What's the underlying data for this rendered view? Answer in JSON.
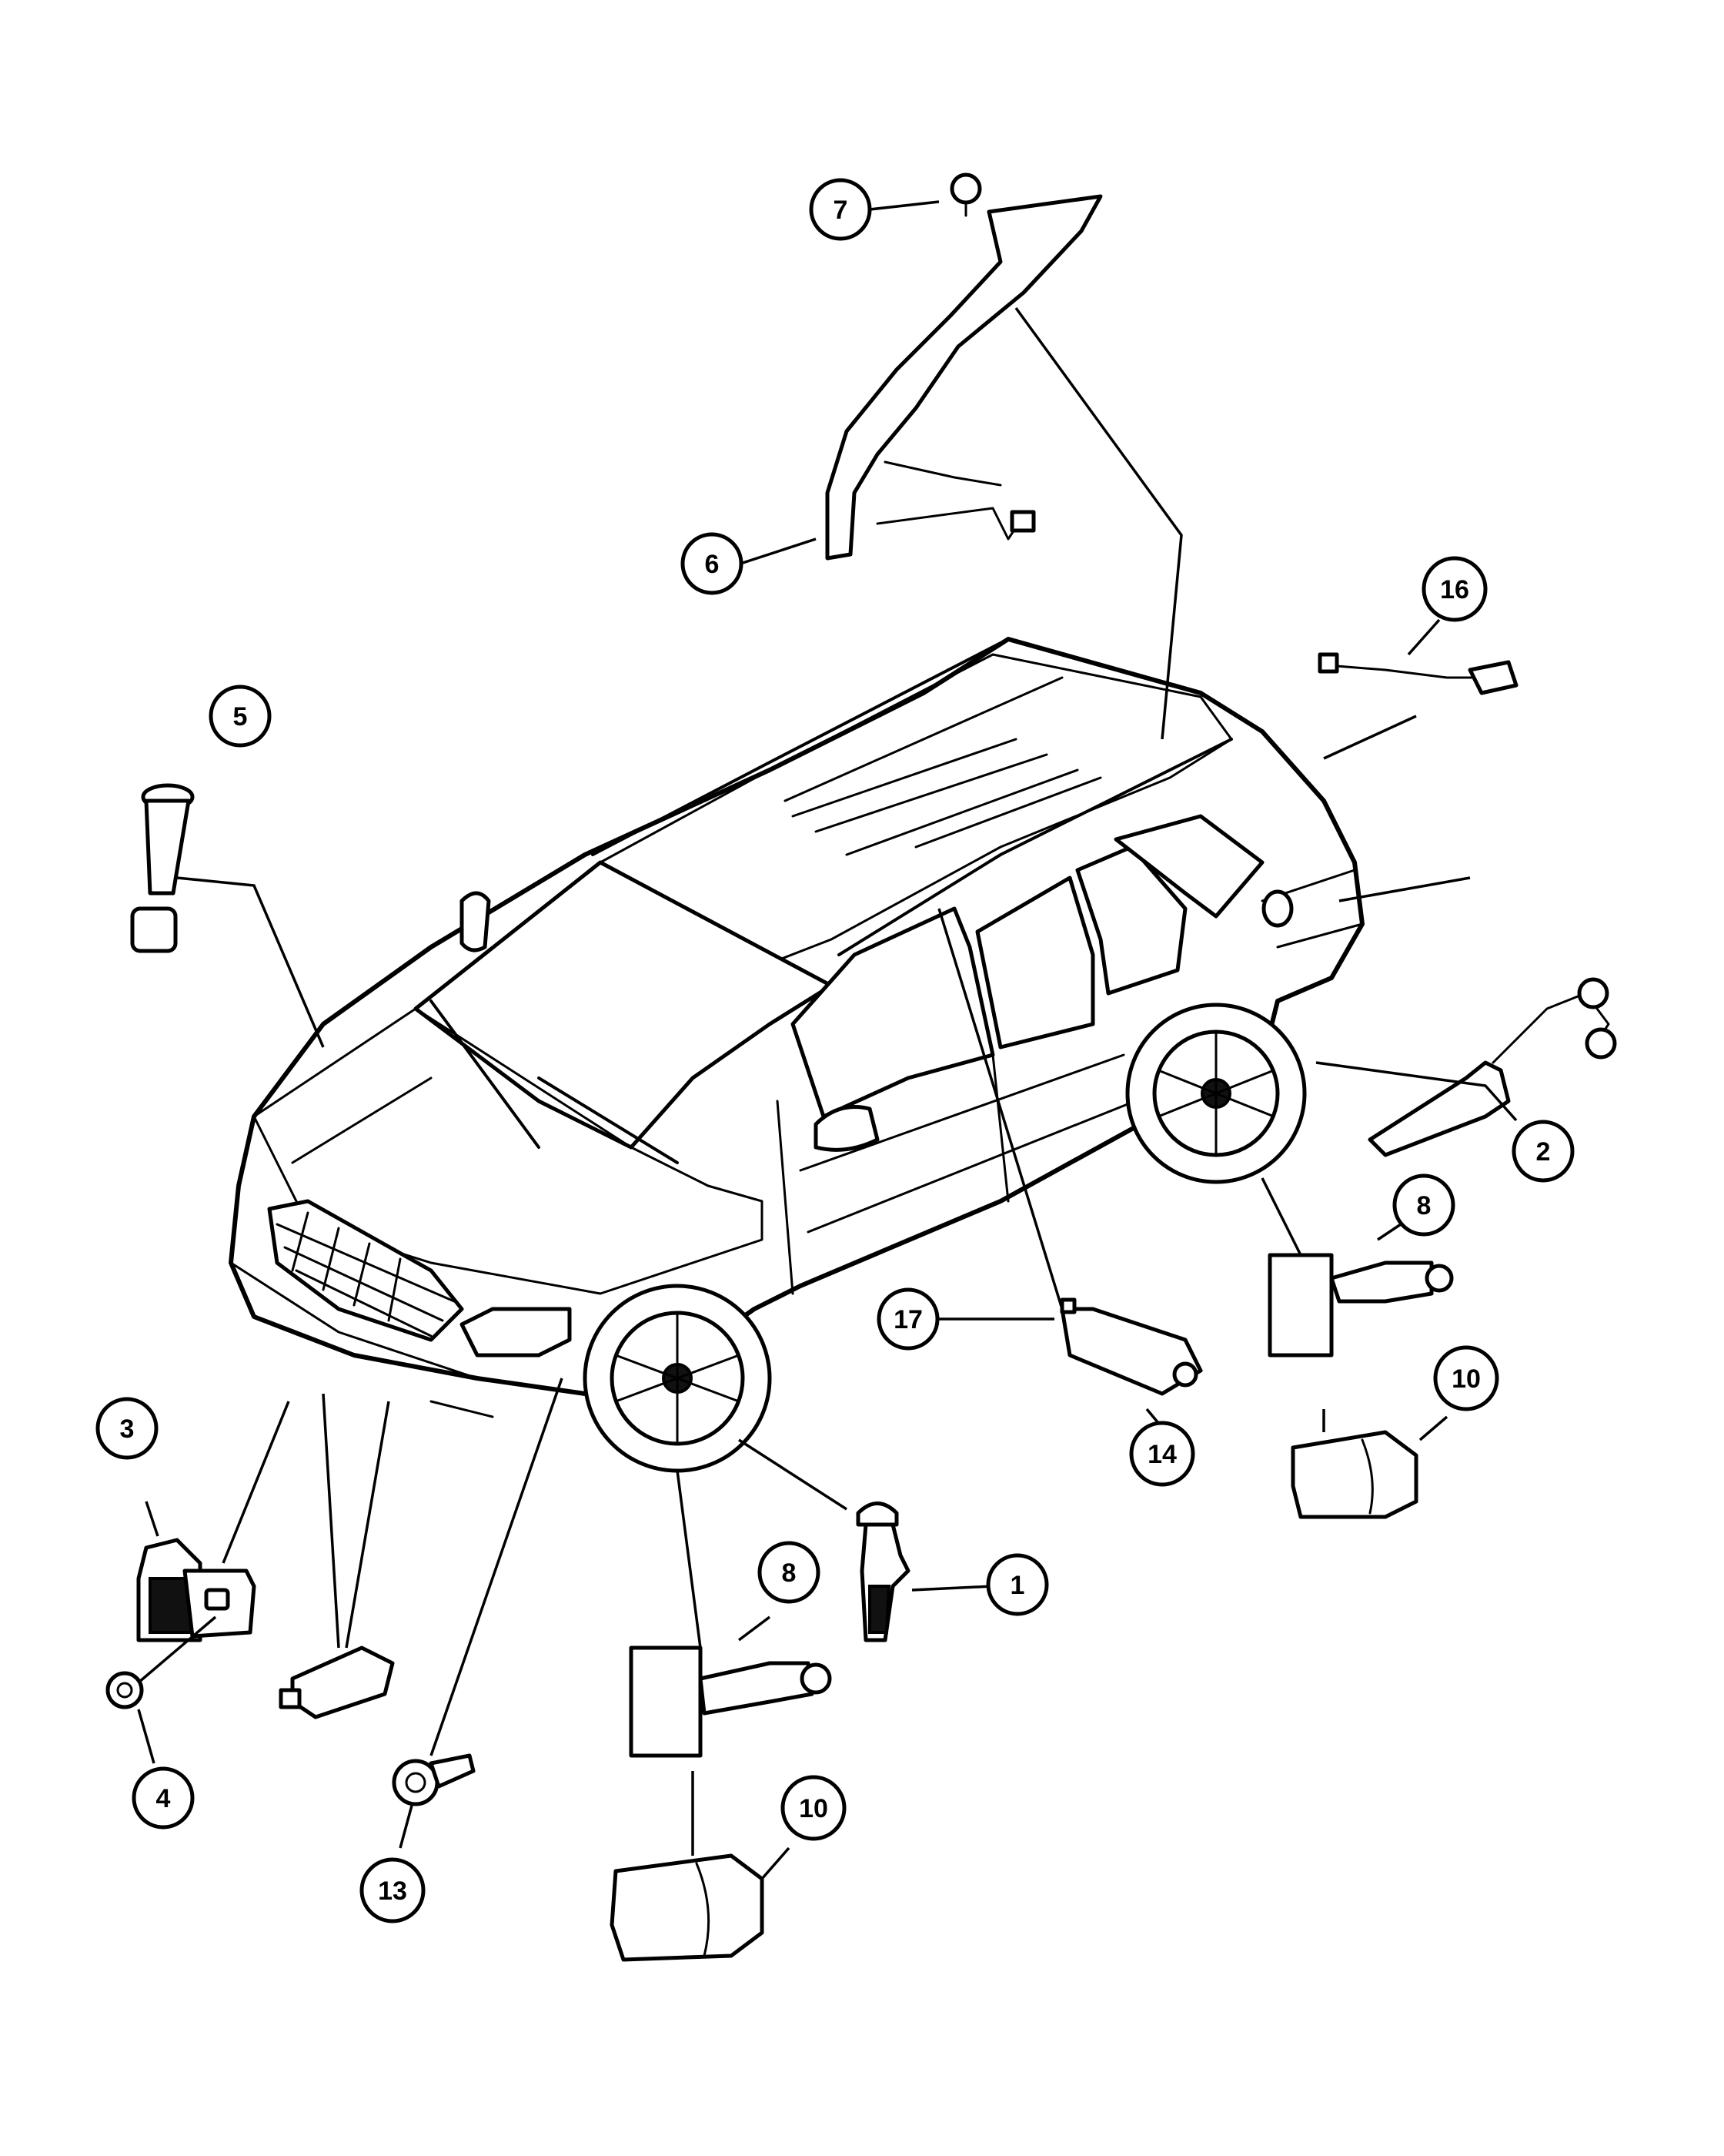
{
  "callouts": [
    {
      "id": "c7",
      "label": "7"
    },
    {
      "id": "c6",
      "label": "6"
    },
    {
      "id": "c16",
      "label": "16"
    },
    {
      "id": "c5",
      "label": "5"
    },
    {
      "id": "c2",
      "label": "2"
    },
    {
      "id": "c8a",
      "label": "8"
    },
    {
      "id": "c17",
      "label": "17"
    },
    {
      "id": "c10a",
      "label": "10"
    },
    {
      "id": "c14",
      "label": "14"
    },
    {
      "id": "c3",
      "label": "3"
    },
    {
      "id": "c8b",
      "label": "8"
    },
    {
      "id": "c1",
      "label": "1"
    },
    {
      "id": "c4",
      "label": "4"
    },
    {
      "id": "c10b",
      "label": "10"
    },
    {
      "id": "c13",
      "label": "13"
    }
  ]
}
